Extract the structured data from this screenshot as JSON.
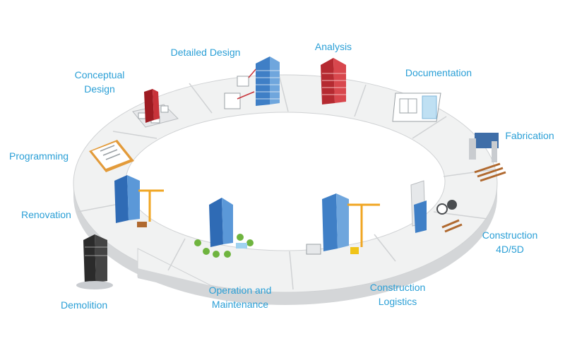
{
  "colors": {
    "label": "#2a9fd6",
    "ring_top": "#f1f2f2",
    "ring_edge": "#d4d6d8",
    "building_blue": "#3f7fc6",
    "building_red": "#c8333a",
    "crane": "#f0a623",
    "tree": "#6fb43f"
  },
  "stages": [
    {
      "id": "conceptual",
      "lines": [
        "Conceptual",
        "Design"
      ],
      "icon": "model-buildings-icon"
    },
    {
      "id": "detailed",
      "lines": [
        "Detailed Design"
      ],
      "icon": "blue-tower-icon"
    },
    {
      "id": "analysis",
      "lines": [
        "Analysis"
      ],
      "icon": "red-tower-icon"
    },
    {
      "id": "documentation",
      "lines": [
        "Documentation"
      ],
      "icon": "floor-plan-icon"
    },
    {
      "id": "fabrication",
      "lines": [
        "Fabrication"
      ],
      "icon": "factory-icon"
    },
    {
      "id": "construction4d",
      "lines": [
        "Construction",
        "4D/5D"
      ],
      "icon": "construction-schedule-icon"
    },
    {
      "id": "logistics",
      "lines": [
        "Construction",
        "Logistics"
      ],
      "icon": "crane-site-icon"
    },
    {
      "id": "operation",
      "lines": [
        "Operation and",
        "Maintenance"
      ],
      "icon": "finished-tower-icon"
    },
    {
      "id": "demolition",
      "lines": [
        "Demolition"
      ],
      "icon": "demolition-tower-icon"
    },
    {
      "id": "renovation",
      "lines": [
        "Renovation"
      ],
      "icon": "renovation-crane-icon"
    },
    {
      "id": "programming",
      "lines": [
        "Programming"
      ],
      "icon": "clipboard-icon"
    }
  ]
}
